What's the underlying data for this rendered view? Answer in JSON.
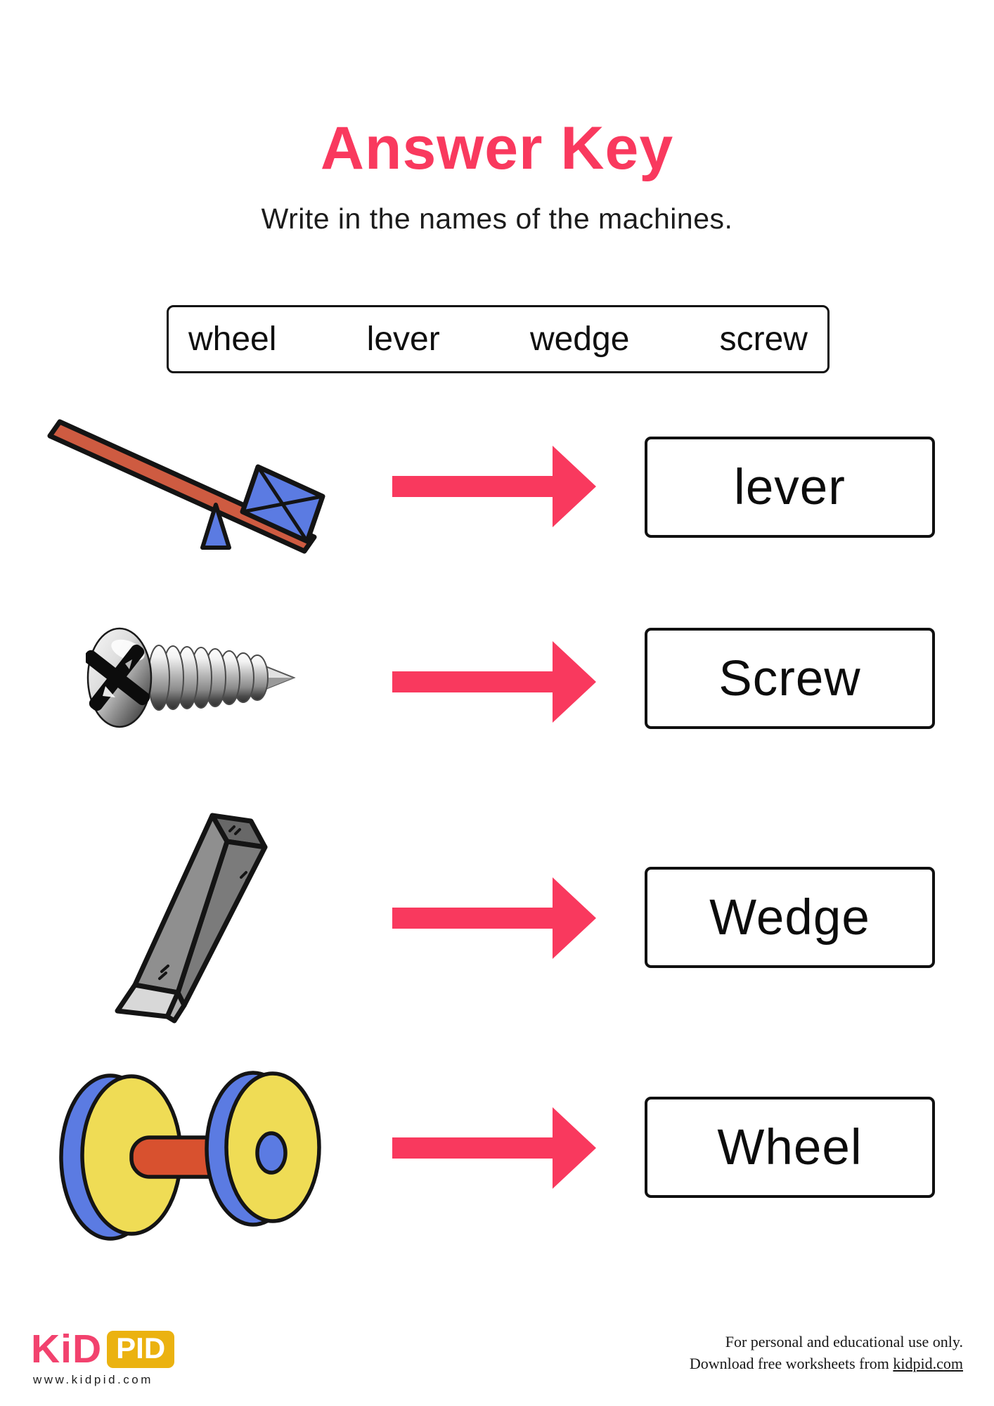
{
  "header": {
    "title": "Answer Key",
    "subtitle": "Write in the names of the machines."
  },
  "word_bank": {
    "words": [
      "wheel",
      "lever",
      "wedge",
      "screw"
    ]
  },
  "rows": [
    {
      "machine": "lever",
      "illustration": "seesaw-lever-illustration",
      "answer": "lever"
    },
    {
      "machine": "screw",
      "illustration": "screw-illustration",
      "answer": "Screw"
    },
    {
      "machine": "wedge",
      "illustration": "wedge-illustration",
      "answer": "Wedge"
    },
    {
      "machine": "wheel",
      "illustration": "wheel-axle-illustration",
      "answer": "Wheel"
    }
  ],
  "footer": {
    "logo": {
      "kid": "KiD",
      "pid": "PID",
      "website": "www.kidpid.com"
    },
    "license_line1": "For personal and educational use only.",
    "license_line2_prefix": "Download free worksheets from ",
    "license_link": "kidpid.com"
  },
  "colors": {
    "accent_pink": "#F9395E",
    "logo_pink": "#F2426E",
    "logo_yellow": "#EBB210",
    "plank_red": "#CE5B41",
    "crate_blue": "#5B7BE2",
    "wheel_yellow": "#EFDC55",
    "axle_red": "#D8512F",
    "wedge_gray": "#8F8F8F",
    "wedge_side_gray": "#7B7B7B",
    "wedge_tip_gray": "#D8D8D8"
  }
}
